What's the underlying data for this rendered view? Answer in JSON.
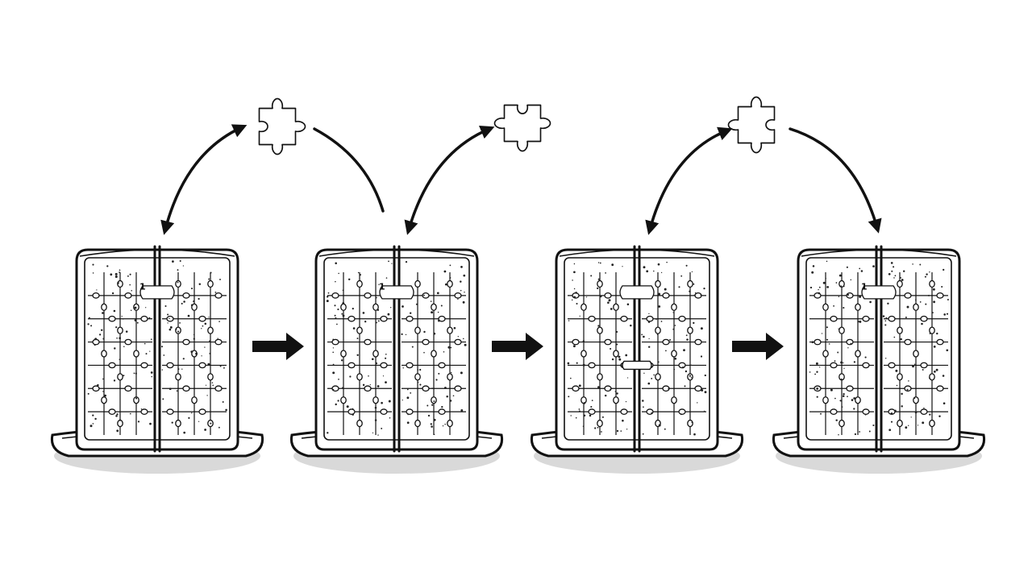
{
  "diagram": {
    "stage_count": 4,
    "stages": [
      {
        "marker": "1",
        "swapped_tab_row": 1
      },
      {
        "marker": "1",
        "swapped_tab_row": 1
      },
      {
        "marker": "",
        "swapped_tab_row": 1,
        "extra_tab_row": 4
      },
      {
        "marker": "1",
        "swapped_tab_row": 1
      }
    ],
    "colors": {
      "ink": "#111111",
      "background": "#ffffff",
      "shadow": "#d9d9d9"
    },
    "icons": [
      "jigsaw-piece-icon",
      "right-arrow-icon",
      "curved-double-arrow-icon"
    ]
  }
}
